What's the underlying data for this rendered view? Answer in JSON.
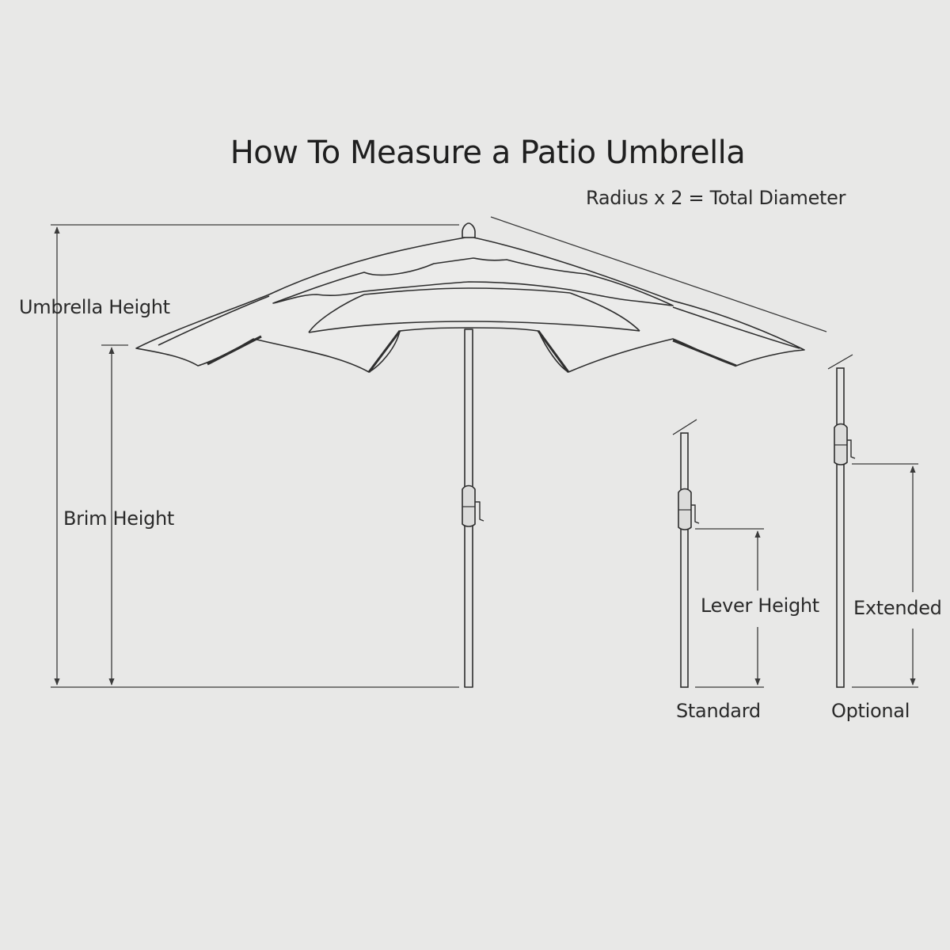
{
  "diagram": {
    "title": "How To Measure a Patio Umbrella",
    "subtitle": "Radius x 2 = Total Diameter",
    "labels": {
      "umbrella_height": "Umbrella Height",
      "brim_height": "Brim Height",
      "lever_height": "Lever Height",
      "extended": "Extended",
      "standard": "Standard",
      "optional": "Optional"
    },
    "colors": {
      "background": "#e8e8e7",
      "line": "#3a3a3a",
      "canopy_fill": "#ebebea"
    }
  }
}
